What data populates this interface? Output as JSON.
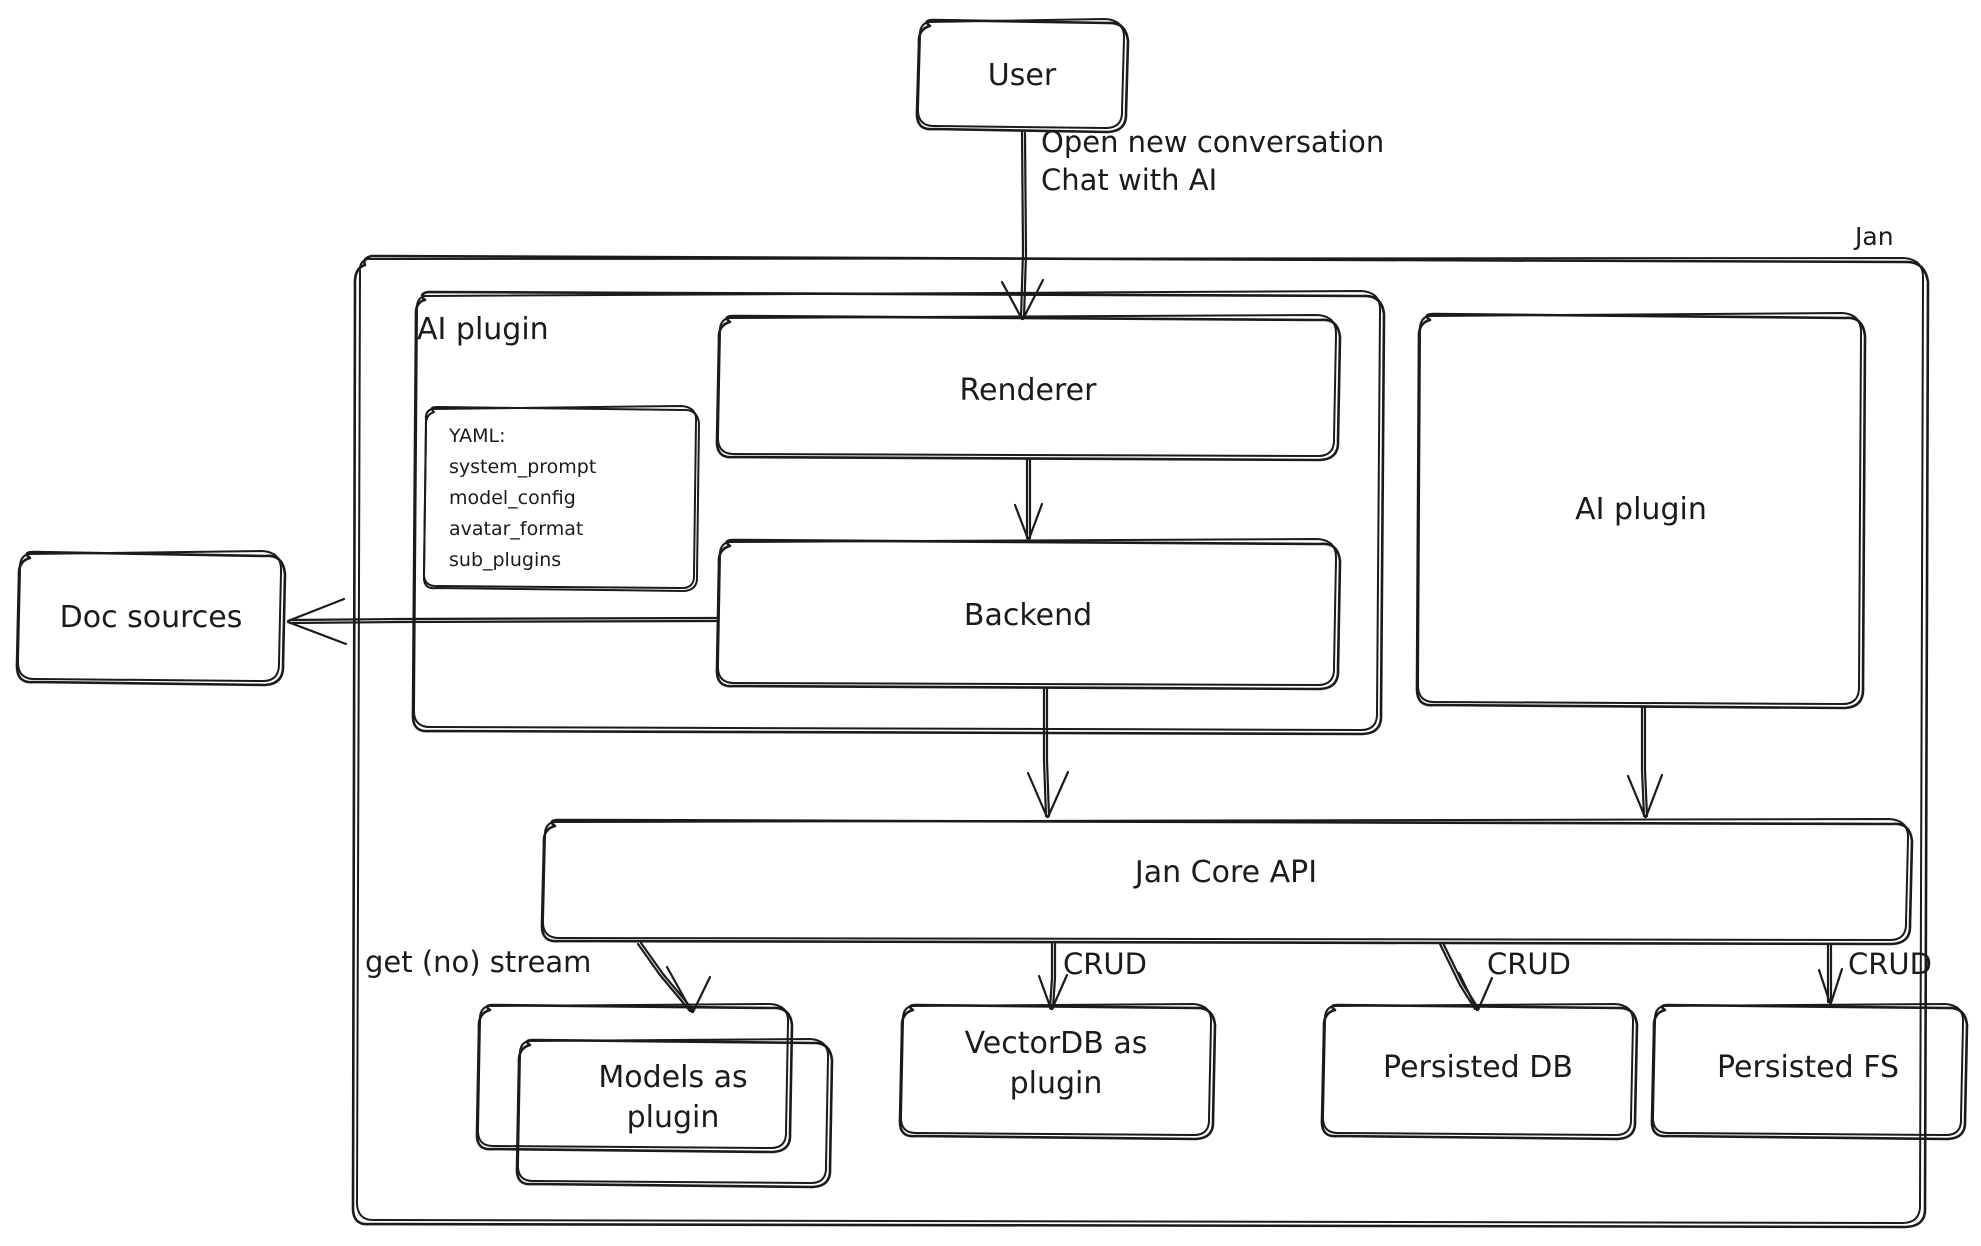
{
  "diagram": {
    "title": "Jan architecture diagram",
    "style": "hand-drawn sketch",
    "stroke_color": "#1b1b1f",
    "background_color": "#ffffff"
  },
  "groups": {
    "jan": {
      "label": "Jan"
    },
    "ai_plugin_group": {
      "label": "AI plugin"
    }
  },
  "nodes": {
    "user": {
      "label": "User"
    },
    "renderer": {
      "label": "Renderer"
    },
    "backend": {
      "label": "Backend"
    },
    "ai_plugin_right": {
      "label": "AI plugin"
    },
    "doc_sources": {
      "label": "Doc sources"
    },
    "jan_core_api": {
      "label": "Jan Core API"
    },
    "models_as_plugin": {
      "label_line1": "Models as",
      "label_line2": "plugin"
    },
    "vectordb_as_plugin": {
      "label_line1": "VectorDB as",
      "label_line2": "plugin"
    },
    "persisted_db": {
      "label": "Persisted DB"
    },
    "persisted_fs": {
      "label": "Persisted FS"
    }
  },
  "yaml_card": {
    "lines": [
      "YAML:",
      "system_prompt",
      "model_config",
      "avatar_format",
      "sub_plugins"
    ]
  },
  "edges": [
    {
      "id": "user-to-renderer",
      "label_line1": "Open new conversation",
      "label_line2": "Chat with AI",
      "from": "user",
      "to": "renderer"
    },
    {
      "id": "renderer-to-backend",
      "label": "",
      "from": "renderer",
      "to": "backend"
    },
    {
      "id": "backend-to-doc-sources",
      "label": "",
      "from": "backend",
      "to": "doc_sources"
    },
    {
      "id": "backend-to-core-api",
      "label": "",
      "from": "backend",
      "to": "jan_core_api"
    },
    {
      "id": "ai-plugin-to-core-api",
      "label": "",
      "from": "ai_plugin_right",
      "to": "jan_core_api"
    },
    {
      "id": "core-api-to-models",
      "label": "get (no) stream",
      "from": "jan_core_api",
      "to": "models_as_plugin"
    },
    {
      "id": "core-api-to-vectordb",
      "label": "CRUD",
      "from": "jan_core_api",
      "to": "vectordb_as_plugin"
    },
    {
      "id": "core-api-to-persisted-db",
      "label": "CRUD",
      "from": "jan_core_api",
      "to": "persisted_db"
    },
    {
      "id": "core-api-to-persisted-fs",
      "label": "CRUD",
      "from": "jan_core_api",
      "to": "persisted_fs"
    }
  ]
}
